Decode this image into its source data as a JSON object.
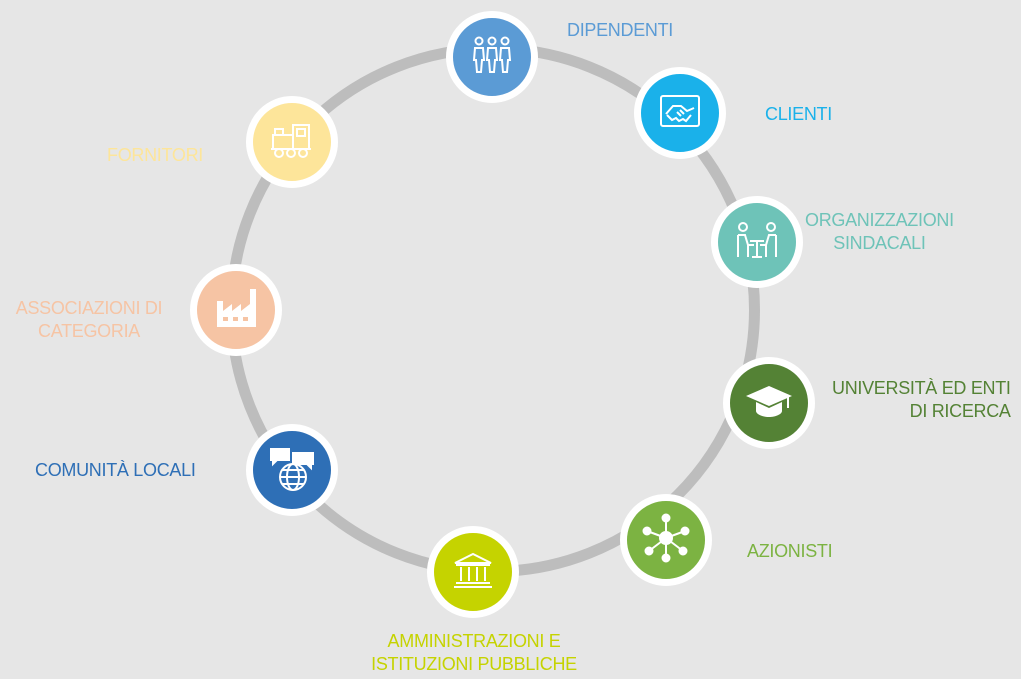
{
  "stakeholders": [
    {
      "id": "dipendenti",
      "lines": [
        "DIPENDENTI"
      ],
      "color": "#5b9bd5",
      "icon": "people-icon"
    },
    {
      "id": "clienti",
      "lines": [
        "CLIENTI"
      ],
      "color": "#1ab1ea",
      "icon": "handshake-icon"
    },
    {
      "id": "organizzazioni",
      "lines": [
        "ORGANIZZAZIONI",
        "SINDACALI"
      ],
      "color": "#6ec3b8",
      "icon": "meeting-table-icon"
    },
    {
      "id": "universita",
      "lines": [
        "UNIVERSITÀ ED ENTI",
        "DI RICERCA"
      ],
      "color": "#548235",
      "icon": "graduation-cap-icon"
    },
    {
      "id": "azionisti",
      "lines": [
        "AZIONISTI"
      ],
      "color": "#7cb342",
      "icon": "network-hub-icon"
    },
    {
      "id": "amministrazioni",
      "lines": [
        "AMMINISTRAZIONI E",
        "ISTITUZIONI PUBBLICHE"
      ],
      "color": "#c5d300",
      "icon": "institution-building-icon"
    },
    {
      "id": "comunita",
      "lines": [
        "COMUNITÀ LOCALI"
      ],
      "color": "#2e6fb6",
      "icon": "globe-chat-icon"
    },
    {
      "id": "associazioni",
      "lines": [
        "ASSOCIAZIONI DI",
        "CATEGORIA"
      ],
      "color": "#f6c4a4",
      "icon": "factory-icon"
    },
    {
      "id": "fornitori",
      "lines": [
        "FORNITORI"
      ],
      "color": "#fde59a",
      "icon": "train-icon"
    }
  ]
}
